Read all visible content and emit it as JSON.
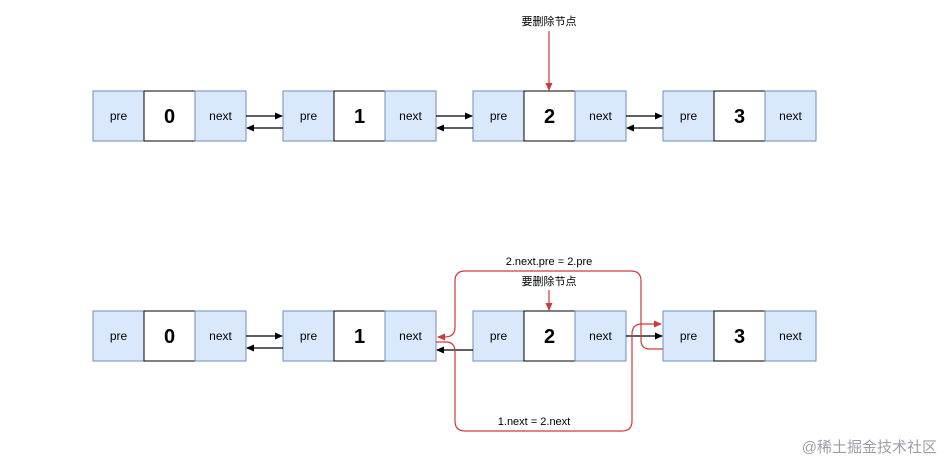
{
  "colors": {
    "field_fill": "#dae8fc",
    "field_stroke": "#6c8ebf",
    "value_fill": "#ffffff",
    "value_stroke": "#000000",
    "arrow_black": "#000000",
    "arrow_red": "#d0393b",
    "watermark": "#9aa0a6"
  },
  "field_labels": {
    "pre": "pre",
    "next": "next"
  },
  "top_list": {
    "nodes": [
      "0",
      "1",
      "2",
      "3"
    ],
    "delete_label": "要删除节点"
  },
  "bottom_list": {
    "nodes": [
      "0",
      "1",
      "2",
      "3"
    ],
    "delete_label": "要删除节点",
    "top_op": "2.next.pre = 2.pre",
    "bottom_op": "1.next = 2.next"
  },
  "watermark": "@稀土掘金技术社区"
}
